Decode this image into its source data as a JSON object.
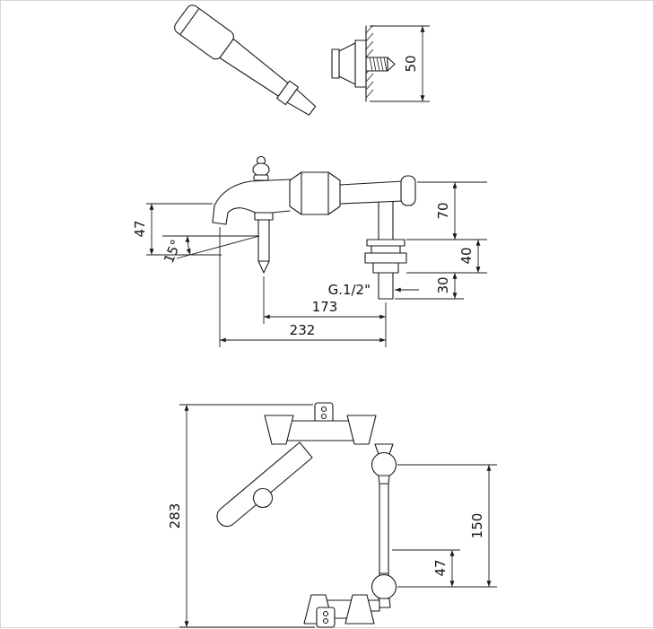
{
  "diagram": {
    "line_color": "#1a1a1a",
    "background": "#ffffff",
    "labels": {
      "bracket_height": "50",
      "spout_height": "47",
      "spout_angle": "15°",
      "body_height": "70",
      "shank_upper": "40",
      "shank_lower": "30",
      "thread": "G.1/2\"",
      "hose_to_valve": "173",
      "spout_to_valve": "232",
      "overall_height": "283",
      "ball_spacing": "150",
      "bottom_ball_offset": "47"
    }
  }
}
